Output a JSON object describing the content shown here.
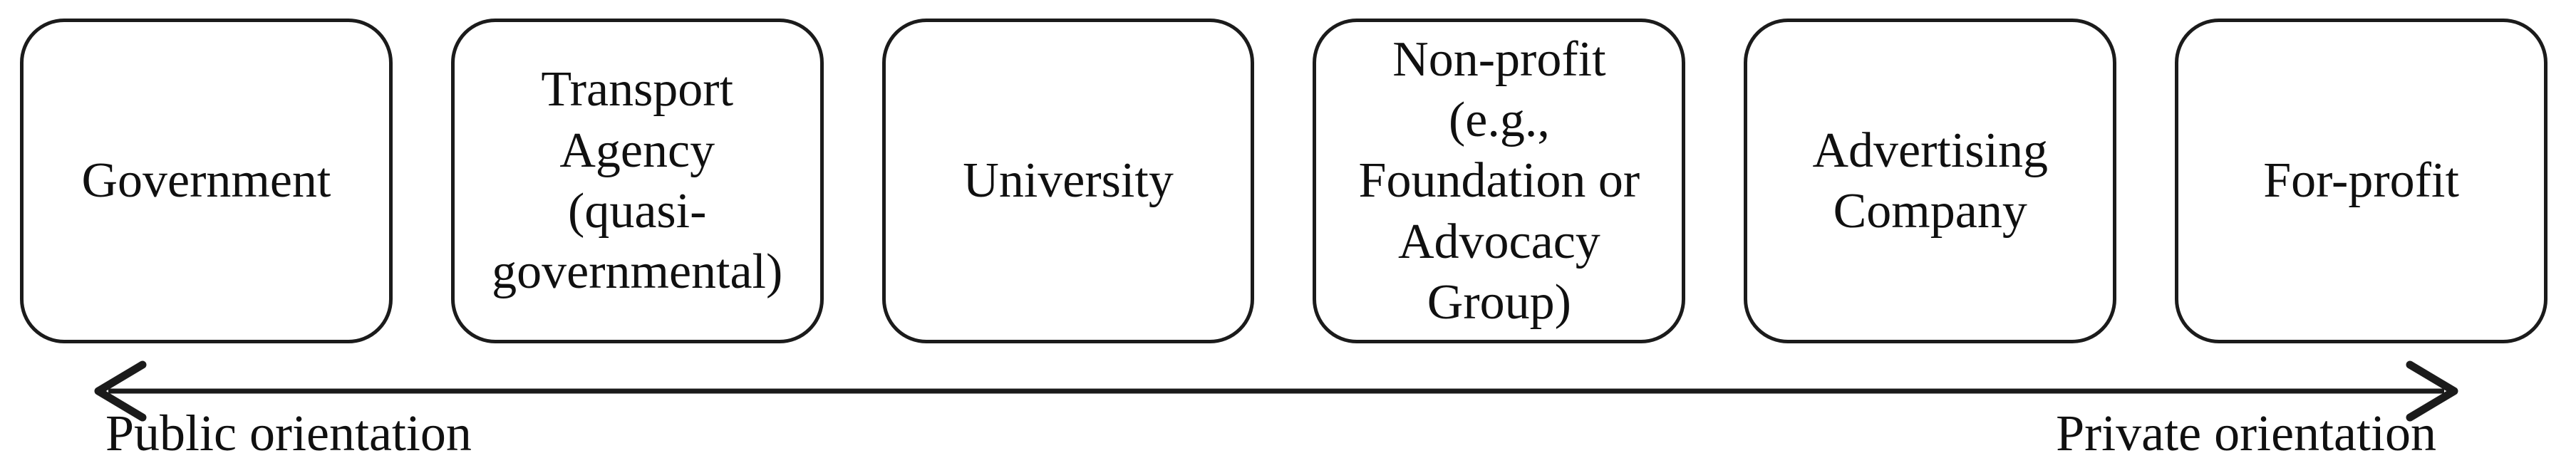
{
  "diagram": {
    "title_hint": "Spectrum of organization types by orientation",
    "boxes": [
      {
        "label": "Government"
      },
      {
        "label": "Transport\nAgency\n(quasi-\ngovernmental)"
      },
      {
        "label": "University"
      },
      {
        "label": "Non-profit\n(e.g.,\nFoundation or\nAdvocacy\nGroup)"
      },
      {
        "label": "Advertising\nCompany"
      },
      {
        "label": "For-profit"
      }
    ],
    "axis": {
      "left_label": "Public orientation",
      "right_label": "Private orientation",
      "icons": {
        "left": "left-arrowhead-icon",
        "right": "right-arrowhead-icon"
      }
    },
    "colors": {
      "background": "#ffffff",
      "box_border": "#1b1b1b",
      "text": "#101010",
      "arrow": "#1b1b1b"
    }
  }
}
